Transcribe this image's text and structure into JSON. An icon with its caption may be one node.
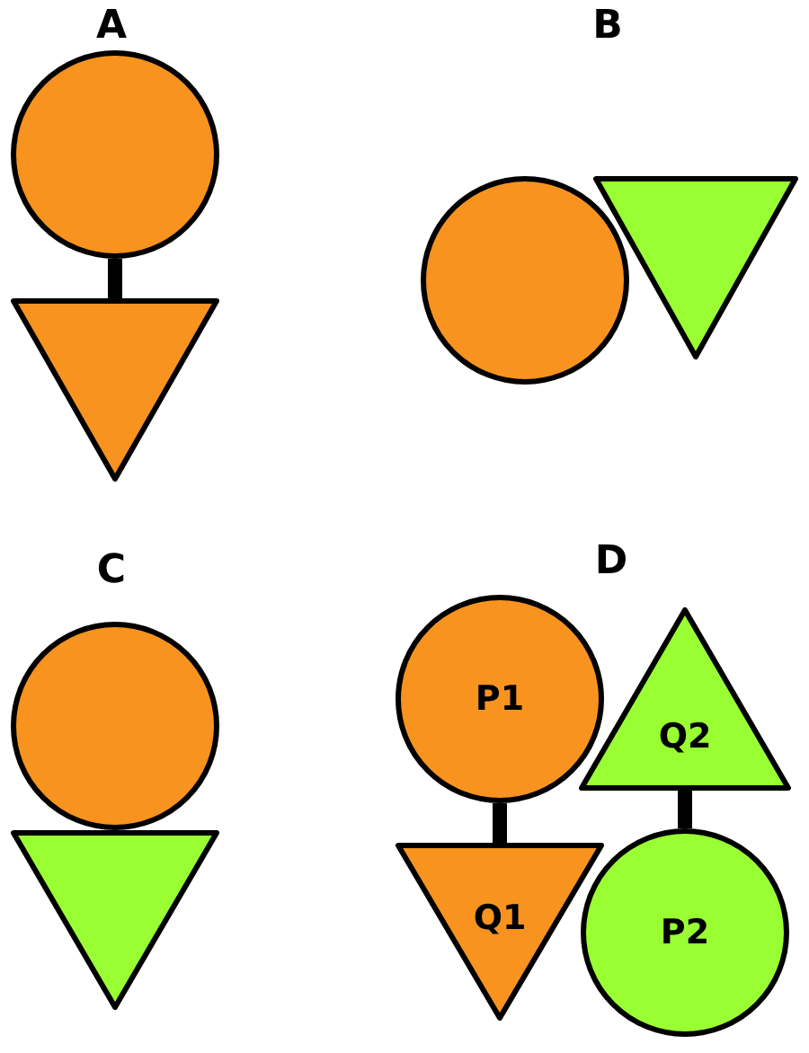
{
  "diagram": {
    "nodes": [
      {
        "text": [],
        "shape": "circle"
      },
      {
        "text": [],
        "shape": "triangle"
      },
      {
        "text": [],
        "shape": "circle"
      },
      {
        "text": [],
        "shape": "triangle"
      },
      {
        "text": [],
        "shape": "circle"
      },
      {
        "text": [],
        "shape": "triangle"
      },
      {
        "text": [
          "P1"
        ]
      },
      {
        "text": [
          "Q1"
        ]
      },
      {
        "text": [
          "Q2"
        ]
      },
      {
        "text": [
          "P2"
        ]
      }
    ],
    "edges": [
      {
        "from": 0,
        "to": 1,
        "arrow": "none"
      },
      {
        "from": 6,
        "to": 7,
        "arrow": "none"
      },
      {
        "from": 8,
        "to": 9,
        "arrow": "none"
      }
    ],
    "labels": [
      "A",
      "B",
      "C",
      "D"
    ]
  }
}
